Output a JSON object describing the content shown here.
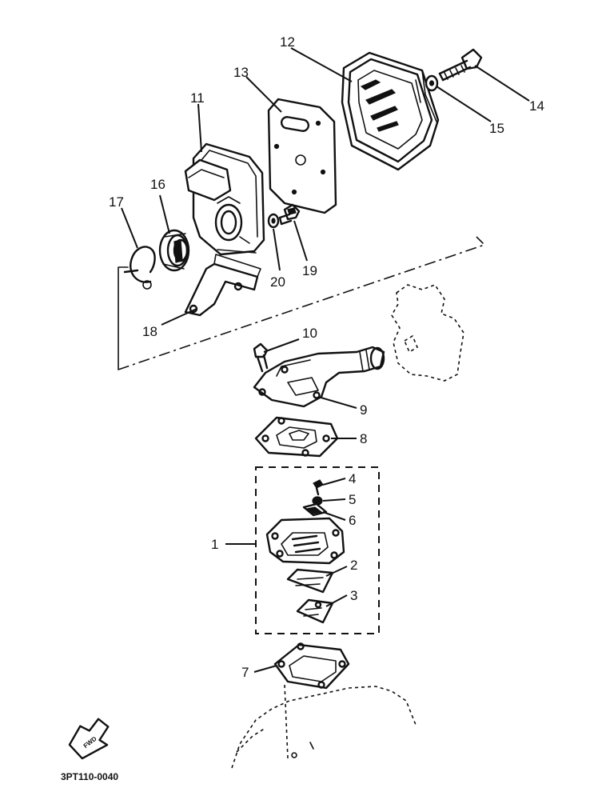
{
  "diagram": {
    "drawing_code": "3PT110-0040",
    "forward_marker": "FWD",
    "callouts": [
      "1",
      "2",
      "3",
      "4",
      "5",
      "6",
      "7",
      "8",
      "9",
      "10",
      "11",
      "12",
      "13",
      "14",
      "15",
      "16",
      "17",
      "18",
      "19",
      "20"
    ]
  }
}
